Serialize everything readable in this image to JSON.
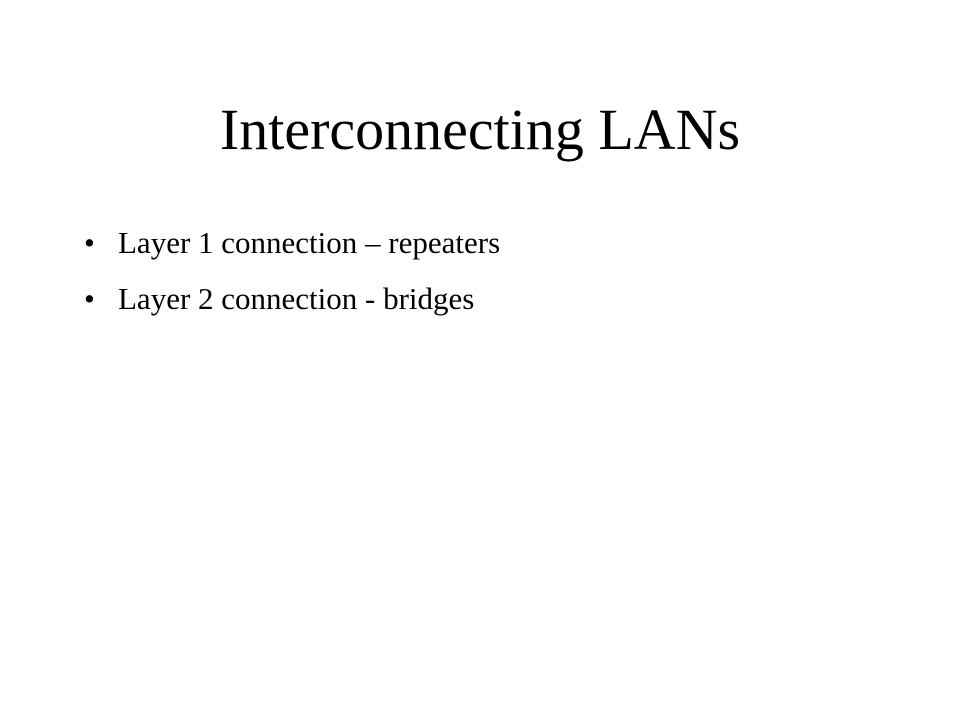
{
  "slide": {
    "title": "Interconnecting LANs",
    "bullets": [
      {
        "marker": "•",
        "text": "Layer 1 connection – repeaters"
      },
      {
        "marker": "•",
        "text": "Layer 2 connection - bridges"
      }
    ]
  }
}
